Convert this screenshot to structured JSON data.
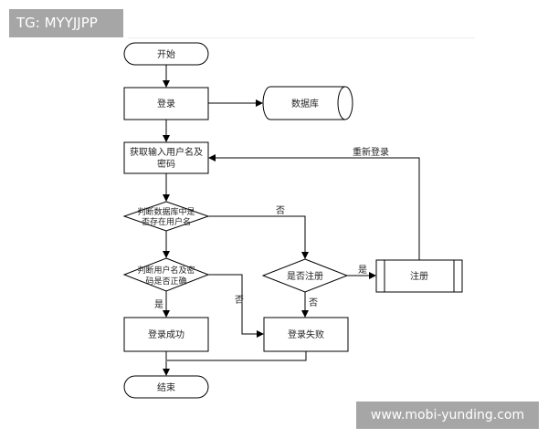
{
  "watermarks": {
    "top_left": "TG: MYYJJPP",
    "bottom_right": "www.mobi-yunding.com"
  },
  "flowchart": {
    "start": "开始",
    "login": "登录",
    "database": "数据库",
    "get_input_line1": "获取输入用户名及",
    "get_input_line2": "密码",
    "relogin": "重新登录",
    "check_user_line1": "判断数据库中是",
    "check_user_line2": "否存在用户名",
    "no_1": "否",
    "check_pwd_line1": "判断用户名及密",
    "check_pwd_line2": "码是否正确",
    "register_q": "是否注册",
    "yes_1": "是",
    "register": "注册",
    "yes_2": "是",
    "no_2": "否",
    "no_3": "否",
    "login_success": "登录成功",
    "login_fail": "登录失败",
    "end": "结束"
  }
}
